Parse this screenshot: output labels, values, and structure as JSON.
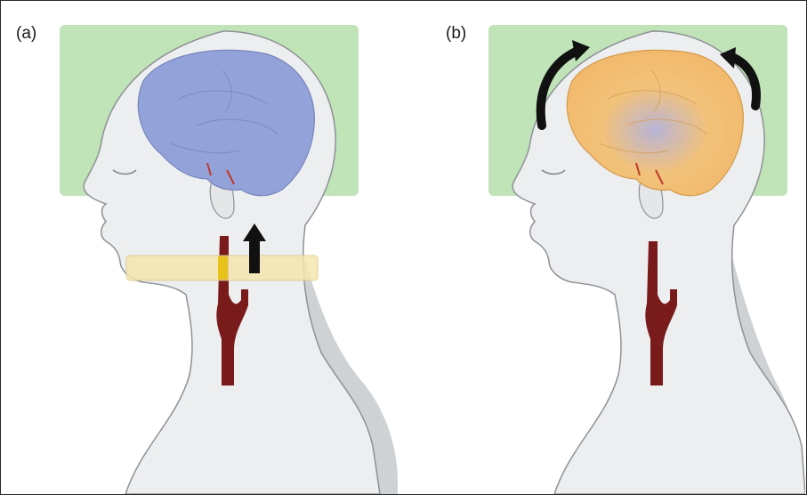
{
  "figure": {
    "panels": [
      {
        "label": "(a)",
        "brain_color": "#8f9fd9",
        "background_box_color": "#b9e0b0",
        "features": [
          "head-silhouette",
          "brain",
          "carotid-artery",
          "neck-band",
          "upward-arrow"
        ]
      },
      {
        "label": "(b)",
        "brain_color": "#f2b86a",
        "background_box_color": "#b9e0b0",
        "features": [
          "head-silhouette",
          "brain",
          "carotid-artery",
          "curved-arrows"
        ]
      }
    ],
    "colors": {
      "skin": "#eceeef",
      "outline": "#8e9296",
      "artery": "#7a1b1b",
      "band": "#f5e6b0",
      "band_highlight": "#e8c21a",
      "arrow": "#111111"
    }
  }
}
